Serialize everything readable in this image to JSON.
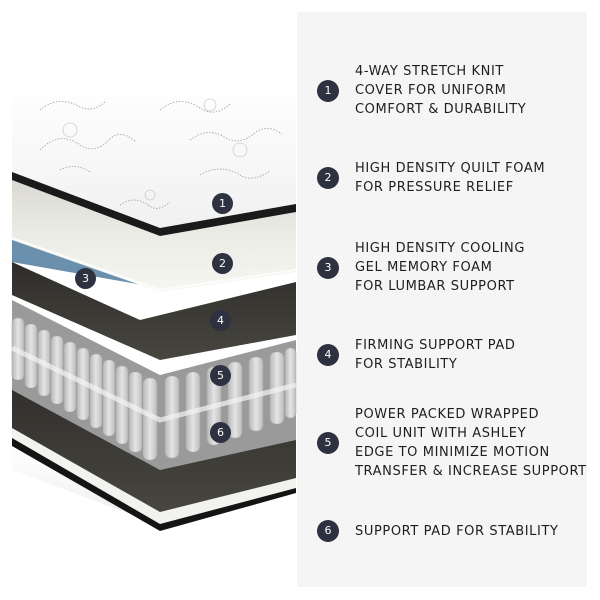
{
  "colors": {
    "badge_bg": "#2d3140",
    "badge_text": "#ffffff",
    "panel_bg": "#f5f5f5",
    "text": "#1e1e1e",
    "gel_foam": "#6f95b3",
    "quilt_foam": "#e6e6e0",
    "support_pad": "#3b3a36",
    "coils": "#cfcfcf",
    "edge_black": "#1a1a1a"
  },
  "illustration": {
    "callouts": [
      {
        "number": "1",
        "layer": "stretch-knit-cover"
      },
      {
        "number": "2",
        "layer": "quilt-foam"
      },
      {
        "number": "3",
        "layer": "cooling-gel-memory-foam"
      },
      {
        "number": "4",
        "layer": "firming-support-pad"
      },
      {
        "number": "5",
        "layer": "wrapped-coil-unit"
      },
      {
        "number": "6",
        "layer": "support-pad"
      }
    ]
  },
  "features": [
    {
      "number": "1",
      "lines": [
        "4-WAY STRETCH KNIT",
        "COVER FOR UNIFORM",
        "COMFORT & DURABILITY"
      ]
    },
    {
      "number": "2",
      "lines": [
        "HIGH DENSITY QUILT FOAM",
        "FOR PRESSURE RELIEF"
      ]
    },
    {
      "number": "3",
      "lines": [
        "HIGH DENSITY COOLING",
        "GEL MEMORY FOAM",
        "FOR LUMBAR SUPPORT"
      ]
    },
    {
      "number": "4",
      "lines": [
        "FIRMING SUPPORT PAD",
        "FOR STABILITY"
      ]
    },
    {
      "number": "5",
      "lines": [
        "POWER PACKED WRAPPED",
        "COIL UNIT WITH ASHLEY",
        "EDGE TO MINIMIZE MOTION",
        "TRANSFER & INCREASE SUPPORT"
      ]
    },
    {
      "number": "6",
      "lines": [
        "SUPPORT PAD FOR STABILITY"
      ]
    }
  ]
}
